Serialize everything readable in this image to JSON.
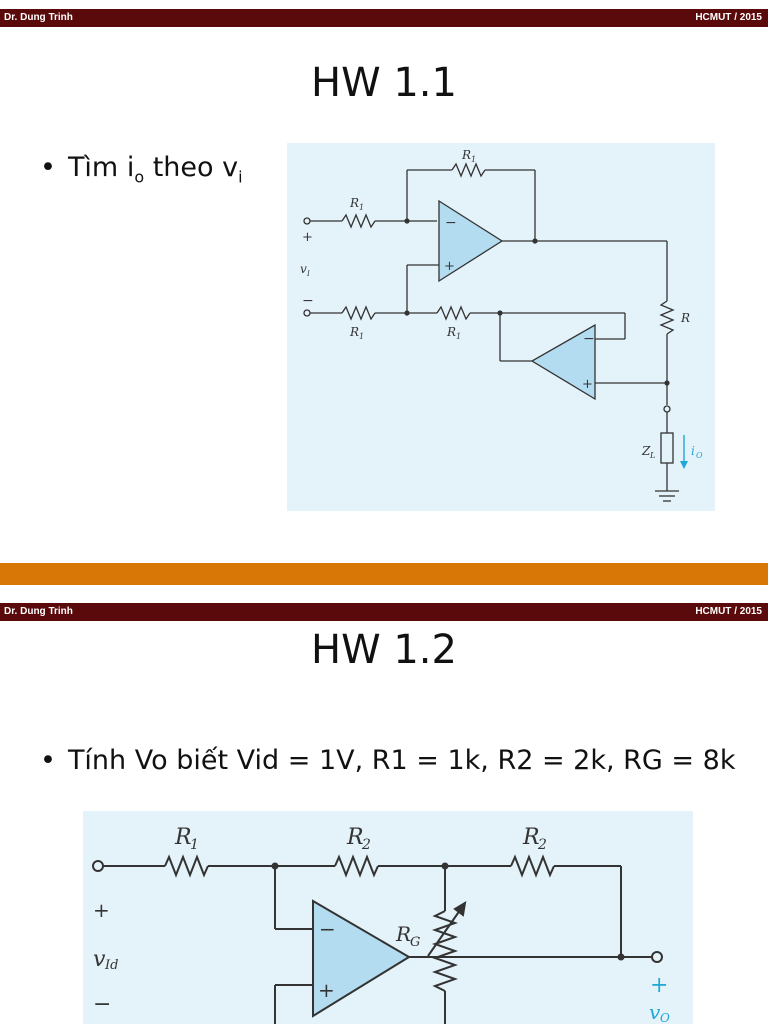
{
  "slide1": {
    "author": "Dr. Dung Trinh",
    "org": "HCMUT / 2015",
    "title": "HW 1.1",
    "bullet_prefix": "Tìm i",
    "bullet_sub1": "o",
    "bullet_mid": " theo v",
    "bullet_sub2": "i",
    "circuit": {
      "labels": {
        "r1_top": "R",
        "r1_top_sub": "1",
        "r1_in": "R",
        "r1_in_sub": "1",
        "r1_bot": "R",
        "r1_bot_sub": "1",
        "r1_bot2": "R",
        "r1_bot2_sub": "1",
        "r": "R",
        "vi": "v",
        "vi_sub": "I",
        "zl": "Z",
        "zl_sub": "L",
        "io": "i",
        "io_sub": "O",
        "plus": "+",
        "minus": "−"
      }
    }
  },
  "slide2": {
    "author": "Dr. Dung Trinh",
    "org": "HCMUT / 2015",
    "title": "HW 1.2",
    "bullet": "Tính Vo biết Vid = 1V, R1 = 1k, R2 = 2k, RG = 8k",
    "circuit": {
      "labels": {
        "r1": "R",
        "r1_sub": "1",
        "r2a": "R",
        "r2a_sub": "2",
        "r2b": "R",
        "r2b_sub": "2",
        "rg": "R",
        "rg_sub": "G",
        "vid": "v",
        "vid_sub": "Id",
        "vo": "v",
        "vo_sub": "O",
        "plus": "+",
        "minus": "−"
      }
    }
  },
  "colors": {
    "header": "#5a0a0a",
    "separator": "#d97706",
    "panel": "#e4f2f9",
    "opamp": "#b3dcf0",
    "accent": "#1fa7d6"
  }
}
